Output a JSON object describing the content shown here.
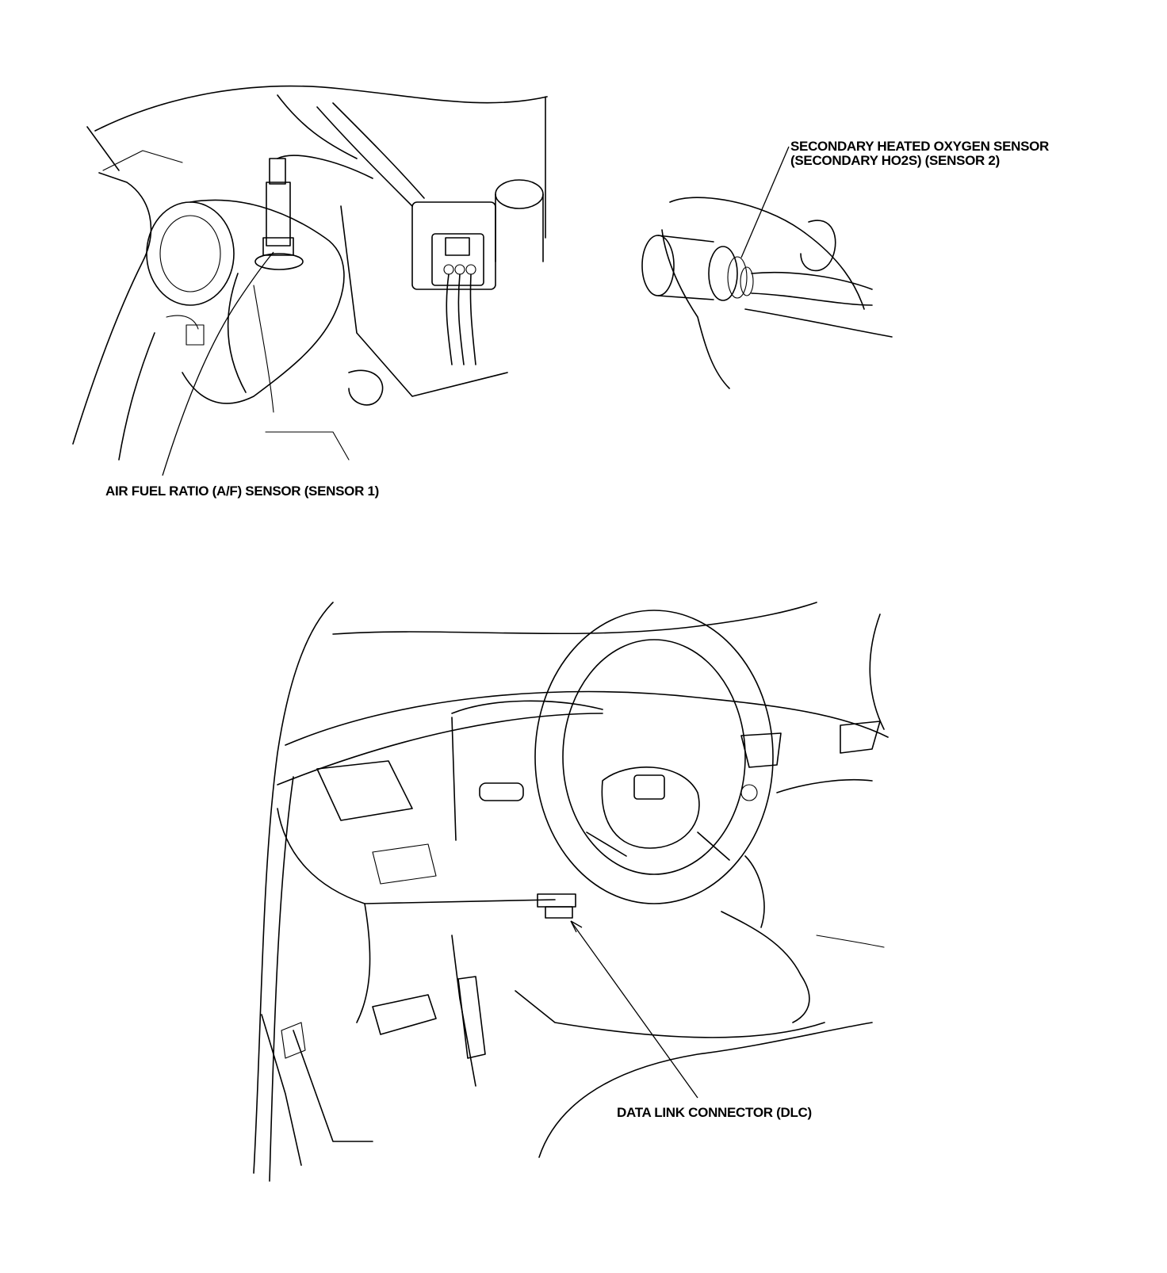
{
  "labels": {
    "secondary_ho2s_line1": "SECONDARY HEATED OXYGEN SENSOR",
    "secondary_ho2s_line2": "(SECONDARY HO2S) (SENSOR 2)",
    "af_sensor": "AIR FUEL RATIO (A/F) SENSOR (SENSOR 1)",
    "dlc": "DATA LINK CONNECTOR (DLC)"
  }
}
